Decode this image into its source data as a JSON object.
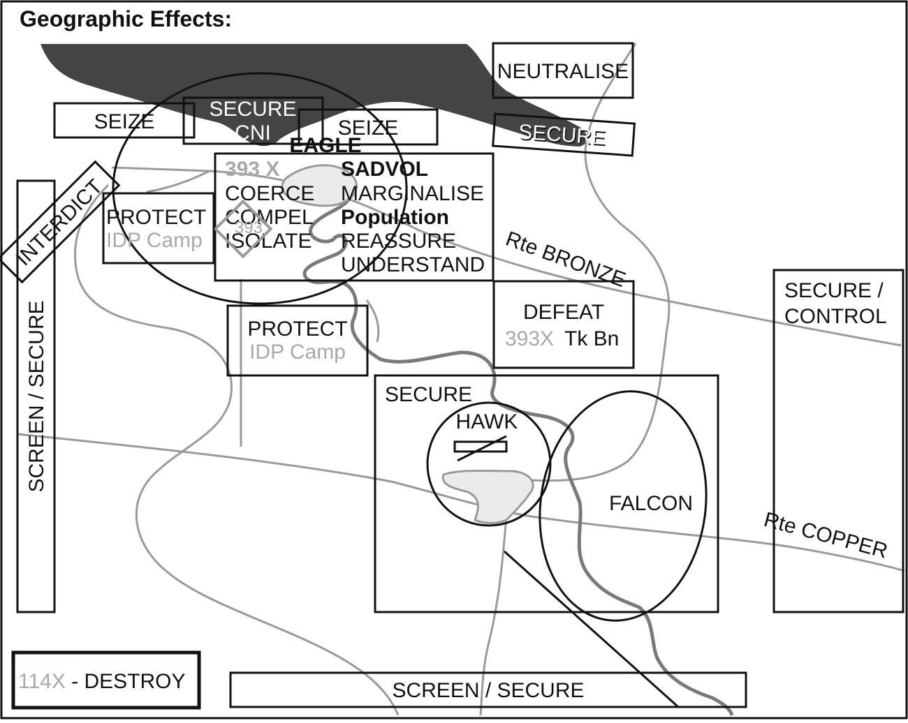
{
  "title": "Geographic Effects:",
  "areas": {
    "eagle": "EAGLE",
    "hawk": "HAWK",
    "falcon": "FALCON"
  },
  "routes": {
    "bronze": "Rte BRONZE",
    "copper": "Rte COPPER"
  },
  "tasks": {
    "seize_1": "SEIZE",
    "secure_cni_line1": "SECURE",
    "secure_cni_line2": "CNI",
    "seize_2": "SEIZE",
    "neutralise": "NEUTRALISE",
    "secure_top": "SECURE",
    "interdict": "INTERDICT",
    "protect_1": "PROTECT",
    "protect_1_sub": "IDP Camp",
    "protect_2": "PROTECT",
    "protect_2_sub": "IDP Camp",
    "defeat": "DEFEAT",
    "defeat_unit": "393X",
    "defeat_target": "Tk Bn",
    "secure_hawk": "SECURE",
    "secure_control_line1": "SECURE /",
    "secure_control_line2": "CONTROL",
    "screen_secure_left": "SCREEN / SECURE",
    "screen_secure_bottom": "SCREEN / SECURE",
    "destroy_unit": "114X",
    "destroy_task": " - DESTROY"
  },
  "eagle_box": {
    "enemy_unit": "393 X",
    "enemy_actions": [
      "COERCE",
      "COMPEL",
      "ISOLATE"
    ],
    "sadvol_heading": "SADVOL",
    "sadvol_actions": [
      "MARGINALISE"
    ],
    "population_heading": "Population",
    "population_actions": [
      "REASSURE",
      "UNDERSTAND"
    ],
    "unit_symbol_label": "393"
  },
  "colors": {
    "terrain_dark": "#444444",
    "road_grey": "#9a9a9a",
    "river_grey": "#7a7a7a",
    "urban_fill": "#ebebeb",
    "unit_grey": "#a9a9a9"
  }
}
